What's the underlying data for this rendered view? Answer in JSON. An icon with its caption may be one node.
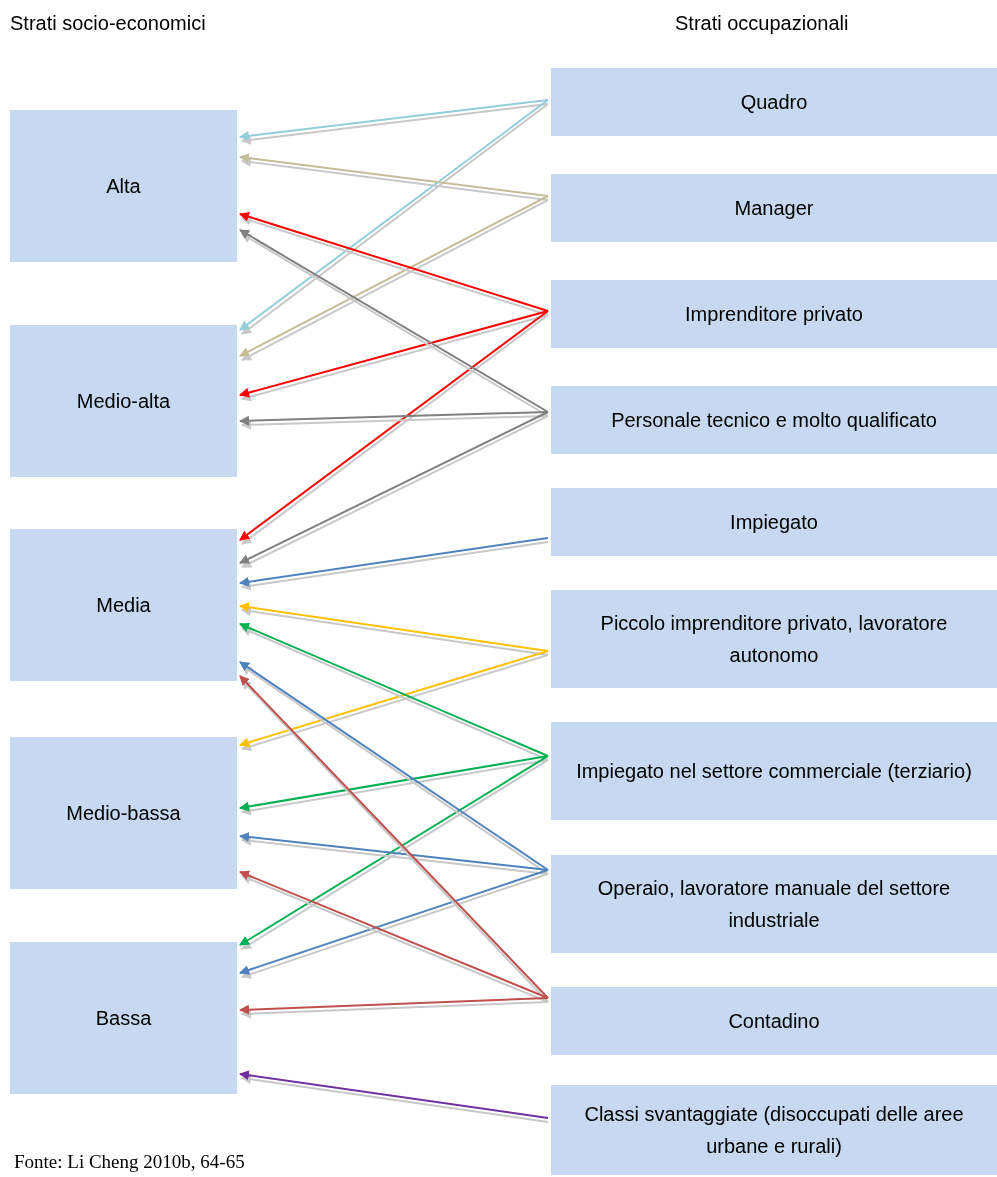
{
  "diagram": {
    "caption": "Fonte: Li Cheng 2010b, 64-65",
    "nodes": [
      {
        "text": [
          "Alta"
        ]
      },
      {
        "text": [
          "Medio-alta"
        ]
      },
      {
        "text": [
          "Media"
        ]
      },
      {
        "text": [
          "Medio-bassa"
        ]
      },
      {
        "text": [
          "Bassa"
        ]
      },
      {
        "text": [
          "Quadro"
        ]
      },
      {
        "text": [
          "Manager"
        ]
      },
      {
        "text": [
          "Imprenditore privato"
        ]
      },
      {
        "text": [
          "Personale tecnico e molto qualificato"
        ]
      },
      {
        "text": [
          "Impiegato"
        ]
      },
      {
        "text": [
          "Piccolo imprenditore privato, lavoratore autonomo"
        ]
      },
      {
        "text": [
          "Impiegato nel settore commerciale (terziario)"
        ]
      },
      {
        "text": [
          "Operaio, lavoratore manuale del settore industriale"
        ]
      },
      {
        "text": [
          "Contadino"
        ]
      },
      {
        "text": [
          "Classi svantaggiate (disoccupati delle aree urbane e rurali)"
        ]
      }
    ],
    "edges": [
      {
        "from": 5,
        "to": 0,
        "arrow": "to",
        "color": "#92cddc"
      },
      {
        "from": 5,
        "to": 1,
        "arrow": "to",
        "color": "#92cddc"
      },
      {
        "from": 6,
        "to": 0,
        "arrow": "to",
        "color": "#c4bd97"
      },
      {
        "from": 6,
        "to": 1,
        "arrow": "to",
        "color": "#c4bd97"
      },
      {
        "from": 7,
        "to": 0,
        "arrow": "to",
        "color": "#ff0000"
      },
      {
        "from": 7,
        "to": 1,
        "arrow": "to",
        "color": "#ff0000"
      },
      {
        "from": 7,
        "to": 2,
        "arrow": "to",
        "color": "#ff0000"
      },
      {
        "from": 8,
        "to": 0,
        "arrow": "to",
        "color": "#808080"
      },
      {
        "from": 8,
        "to": 1,
        "arrow": "to",
        "color": "#808080"
      },
      {
        "from": 8,
        "to": 2,
        "arrow": "to",
        "color": "#808080"
      },
      {
        "from": 9,
        "to": 2,
        "arrow": "to",
        "color": "#4f81bd"
      },
      {
        "from": 10,
        "to": 2,
        "arrow": "to",
        "color": "#ffc000"
      },
      {
        "from": 10,
        "to": 3,
        "arrow": "to",
        "color": "#ffc000"
      },
      {
        "from": 11,
        "to": 2,
        "arrow": "to",
        "color": "#00b050"
      },
      {
        "from": 11,
        "to": 3,
        "arrow": "to",
        "color": "#00b050"
      },
      {
        "from": 11,
        "to": 4,
        "arrow": "to",
        "color": "#00b050"
      },
      {
        "from": 12,
        "to": 2,
        "arrow": "to",
        "color": "#4f81bd"
      },
      {
        "from": 12,
        "to": 3,
        "arrow": "to",
        "color": "#4f81bd"
      },
      {
        "from": 12,
        "to": 4,
        "arrow": "to",
        "color": "#4f81bd"
      },
      {
        "from": 13,
        "to": 2,
        "arrow": "to",
        "color": "#c0504d"
      },
      {
        "from": 13,
        "to": 3,
        "arrow": "to",
        "color": "#c0504d"
      },
      {
        "from": 13,
        "to": 4,
        "arrow": "to",
        "color": "#c0504d"
      },
      {
        "from": 14,
        "to": 4,
        "arrow": "to",
        "color": "#7030a0"
      }
    ],
    "labels": [
      "Strati socio-economici",
      "Strati occupazionali"
    ]
  }
}
